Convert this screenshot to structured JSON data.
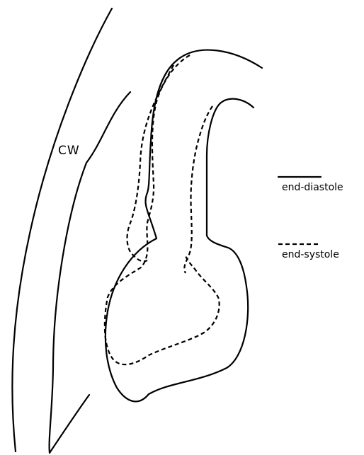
{
  "diagram": {
    "wall_label": "CW",
    "legend": {
      "solid_label": "end-diastole",
      "dashed_label": "end-systole"
    },
    "colors": {
      "line": "#000000",
      "background": "#ffffff"
    }
  }
}
